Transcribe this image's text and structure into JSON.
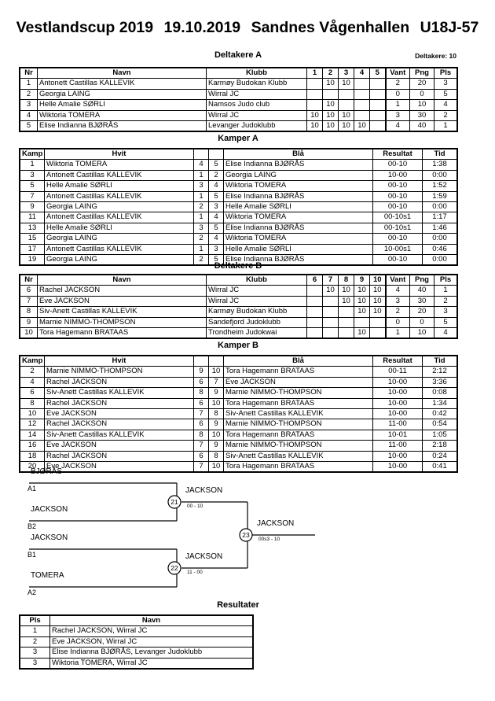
{
  "header": {
    "title_parts": [
      "Vestlandscup 2019",
      "19.10.2019",
      "Sandnes Vågenhallen",
      "U18J-57"
    ],
    "title_full": "Vestlandscup 2019  19.10.2019  Sandnes Vågenhallen   U18J-57",
    "pool_a_caption": "Deltakere A",
    "participants_count_label": "Deltakere: 10"
  },
  "pool_a": {
    "caption": "Deltakere A",
    "columns": [
      "Nr",
      "Navn",
      "Klubb",
      "1",
      "2",
      "3",
      "4",
      "5",
      "Vant",
      "Png",
      "Pls"
    ],
    "rows": [
      {
        "nr": "1",
        "navn": "Antonett Castillas KALLEVIK",
        "klubb": "Karmøy Budokan Klubb",
        "r": [
          "",
          "10",
          "10",
          "",
          ""
        ],
        "vant": "2",
        "png": "20",
        "pls": "3"
      },
      {
        "nr": "2",
        "navn": "Georgia LAING",
        "klubb": "Wirral JC",
        "r": [
          "",
          "",
          "",
          "",
          ""
        ],
        "vant": "0",
        "png": "0",
        "pls": "5"
      },
      {
        "nr": "3",
        "navn": "Helle Amalie SØRLI",
        "klubb": "Namsos Judo club",
        "r": [
          "",
          "10",
          "",
          "",
          ""
        ],
        "vant": "1",
        "png": "10",
        "pls": "4"
      },
      {
        "nr": "4",
        "navn": "Wiktoria TOMERA",
        "klubb": "Wirral JC",
        "r": [
          "10",
          "10",
          "10",
          "",
          ""
        ],
        "vant": "3",
        "png": "30",
        "pls": "2"
      },
      {
        "nr": "5",
        "navn": "Elise Indianna BJØRÅS",
        "klubb": "Levanger Judoklubb",
        "r": [
          "10",
          "10",
          "10",
          "10",
          ""
        ],
        "vant": "4",
        "png": "40",
        "pls": "1"
      }
    ]
  },
  "matches_a": {
    "caption": "Kamper A",
    "columns": [
      "Kamp",
      "Hvit",
      "",
      "",
      "Blå",
      "Resultat",
      "Tid"
    ],
    "rows": [
      {
        "kamp": "1",
        "hvit": "Wiktoria TOMERA",
        "n1": "4",
        "n2": "5",
        "blaa": "Elise Indianna BJØRÅS",
        "res": "00-10",
        "tid": "1:38"
      },
      {
        "kamp": "3",
        "hvit": "Antonett Castillas KALLEVIK",
        "n1": "1",
        "n2": "2",
        "blaa": "Georgia LAING",
        "res": "10-00",
        "tid": "0:00"
      },
      {
        "kamp": "5",
        "hvit": "Helle Amalie SØRLI",
        "n1": "3",
        "n2": "4",
        "blaa": "Wiktoria TOMERA",
        "res": "00-10",
        "tid": "1:52"
      },
      {
        "kamp": "7",
        "hvit": "Antonett Castillas KALLEVIK",
        "n1": "1",
        "n2": "5",
        "blaa": "Elise Indianna BJØRÅS",
        "res": "00-10",
        "tid": "1:59"
      },
      {
        "kamp": "9",
        "hvit": "Georgia LAING",
        "n1": "2",
        "n2": "3",
        "blaa": "Helle Amalie SØRLI",
        "res": "00-10",
        "tid": "0:00"
      },
      {
        "kamp": "11",
        "hvit": "Antonett Castillas KALLEVIK",
        "n1": "1",
        "n2": "4",
        "blaa": "Wiktoria TOMERA",
        "res": "00-10s1",
        "tid": "1:17"
      },
      {
        "kamp": "13",
        "hvit": "Helle Amalie SØRLI",
        "n1": "3",
        "n2": "5",
        "blaa": "Elise Indianna BJØRÅS",
        "res": "00-10s1",
        "tid": "1:46"
      },
      {
        "kamp": "15",
        "hvit": "Georgia LAING",
        "n1": "2",
        "n2": "4",
        "blaa": "Wiktoria TOMERA",
        "res": "00-10",
        "tid": "0:00"
      },
      {
        "kamp": "17",
        "hvit": "Antonett Castillas KALLEVIK",
        "n1": "1",
        "n2": "3",
        "blaa": "Helle Amalie SØRLI",
        "res": "10-00s1",
        "tid": "0:46"
      },
      {
        "kamp": "19",
        "hvit": "Georgia LAING",
        "n1": "2",
        "n2": "5",
        "blaa": "Elise Indianna BJØRÅS",
        "res": "00-10",
        "tid": "0:00"
      }
    ]
  },
  "pool_b": {
    "caption": "Deltakere B",
    "columns": [
      "Nr",
      "Navn",
      "Klubb",
      "6",
      "7",
      "8",
      "9",
      "10",
      "Vant",
      "Png",
      "Pls"
    ],
    "rows": [
      {
        "nr": "6",
        "navn": "Rachel JACKSON",
        "klubb": "Wirral JC",
        "r": [
          "",
          "10",
          "10",
          "10",
          "10"
        ],
        "vant": "4",
        "png": "40",
        "pls": "1"
      },
      {
        "nr": "7",
        "navn": "Eve JACKSON",
        "klubb": "Wirral JC",
        "r": [
          "",
          "",
          "10",
          "10",
          "10"
        ],
        "vant": "3",
        "png": "30",
        "pls": "2"
      },
      {
        "nr": "8",
        "navn": "Siv-Anett Castillas KALLEVIK",
        "klubb": "Karmøy Budokan Klubb",
        "r": [
          "",
          "",
          "",
          "10",
          "10"
        ],
        "vant": "2",
        "png": "20",
        "pls": "3"
      },
      {
        "nr": "9",
        "navn": "Marnie NIMMO-THOMPSON",
        "klubb": "Sandefjord Judoklubb",
        "r": [
          "",
          "",
          "",
          "",
          ""
        ],
        "vant": "0",
        "png": "0",
        "pls": "5"
      },
      {
        "nr": "10",
        "navn": "Tora Hagemann BRATAAS",
        "klubb": "Trondheim Judokwai",
        "r": [
          "",
          "",
          "",
          "10",
          ""
        ],
        "vant": "1",
        "png": "10",
        "pls": "4"
      }
    ]
  },
  "matches_b": {
    "caption": "Kamper B",
    "columns": [
      "Kamp",
      "Hvit",
      "",
      "",
      "Blå",
      "Resultat",
      "Tid"
    ],
    "rows": [
      {
        "kamp": "2",
        "hvit": "Marnie NIMMO-THOMPSON",
        "n1": "9",
        "n2": "10",
        "blaa": "Tora Hagemann BRATAAS",
        "res": "00-11",
        "tid": "2:12"
      },
      {
        "kamp": "4",
        "hvit": "Rachel JACKSON",
        "n1": "6",
        "n2": "7",
        "blaa": "Eve JACKSON",
        "res": "10-00",
        "tid": "3:36"
      },
      {
        "kamp": "6",
        "hvit": "Siv-Anett Castillas KALLEVIK",
        "n1": "8",
        "n2": "9",
        "blaa": "Marnie NIMMO-THOMPSON",
        "res": "10-00",
        "tid": "0:08"
      },
      {
        "kamp": "8",
        "hvit": "Rachel JACKSON",
        "n1": "6",
        "n2": "10",
        "blaa": "Tora Hagemann BRATAAS",
        "res": "10-00",
        "tid": "1:34"
      },
      {
        "kamp": "10",
        "hvit": "Eve JACKSON",
        "n1": "7",
        "n2": "8",
        "blaa": "Siv-Anett Castillas KALLEVIK",
        "res": "10-00",
        "tid": "0:42"
      },
      {
        "kamp": "12",
        "hvit": "Rachel JACKSON",
        "n1": "6",
        "n2": "9",
        "blaa": "Marnie NIMMO-THOMPSON",
        "res": "11-00",
        "tid": "0:54"
      },
      {
        "kamp": "14",
        "hvit": "Siv-Anett Castillas KALLEVIK",
        "n1": "8",
        "n2": "10",
        "blaa": "Tora Hagemann BRATAAS",
        "res": "10-01",
        "tid": "1:05"
      },
      {
        "kamp": "16",
        "hvit": "Eve JACKSON",
        "n1": "7",
        "n2": "9",
        "blaa": "Marnie NIMMO-THOMPSON",
        "res": "11-00",
        "tid": "2:18"
      },
      {
        "kamp": "18",
        "hvit": "Rachel JACKSON",
        "n1": "6",
        "n2": "8",
        "blaa": "Siv-Anett Castillas KALLEVIK",
        "res": "10-00",
        "tid": "0:24"
      },
      {
        "kamp": "20",
        "hvit": "Eve JACKSON",
        "n1": "7",
        "n2": "10",
        "blaa": "Tora Hagemann BRATAAS",
        "res": "10-00",
        "tid": "0:41"
      }
    ]
  },
  "bracket": {
    "entrants": [
      {
        "name": "BJØRÅS",
        "seed": "A1"
      },
      {
        "name": "JACKSON",
        "seed": "B2"
      },
      {
        "name": "JACKSON",
        "seed": "B1"
      },
      {
        "name": "TOMERA",
        "seed": "A2"
      }
    ],
    "nodes": [
      {
        "num": "21",
        "winner": "JACKSON",
        "score": "00 - 10"
      },
      {
        "num": "22",
        "winner": "JACKSON",
        "score": "11 - 00"
      },
      {
        "num": "23",
        "winner": "JACKSON",
        "score": "00s3 - 10"
      }
    ]
  },
  "results": {
    "caption": "Resultater",
    "columns": [
      "Pls",
      "Navn"
    ],
    "rows": [
      {
        "pls": "1",
        "navn": "Rachel JACKSON, Wirral JC"
      },
      {
        "pls": "2",
        "navn": "Eve JACKSON, Wirral JC"
      },
      {
        "pls": "3",
        "navn": "Elise Indianna BJØRÅS, Levanger Judoklubb"
      },
      {
        "pls": "3",
        "navn": "Wiktoria TOMERA, Wirral JC"
      }
    ]
  }
}
